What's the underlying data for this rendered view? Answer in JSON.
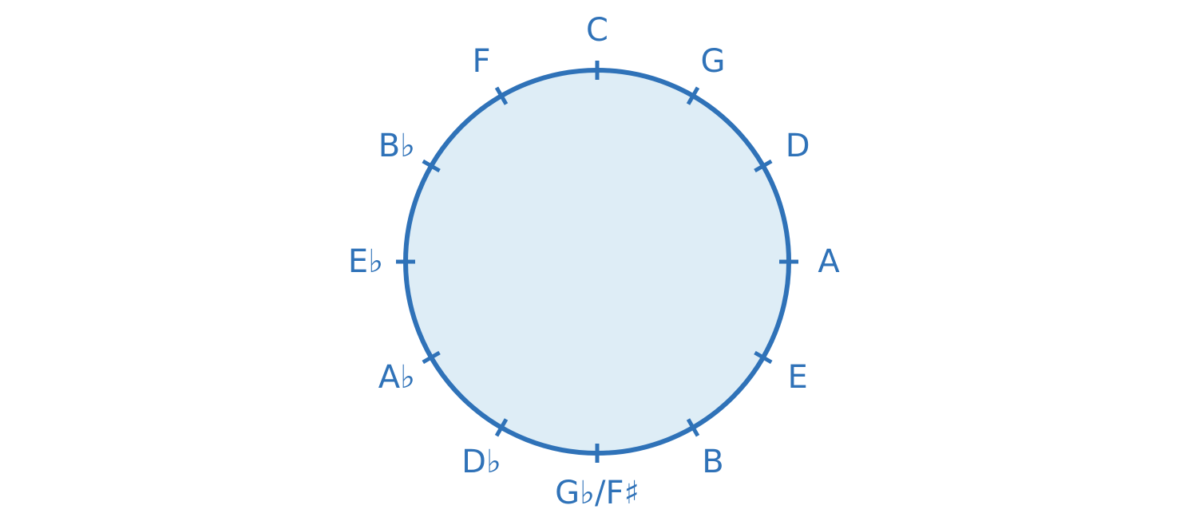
{
  "diagram": {
    "type": "circle-of-fifths",
    "colors": {
      "stroke": "#2f72b8",
      "fill": "#deedf6",
      "label": "#2f72b8"
    },
    "notes": [
      {
        "label": "C"
      },
      {
        "label": "G"
      },
      {
        "label": "D"
      },
      {
        "label": "A"
      },
      {
        "label": "E"
      },
      {
        "label": "B"
      },
      {
        "label": "G♭/F♯"
      },
      {
        "label": "D♭"
      },
      {
        "label": "A♭"
      },
      {
        "label": "E♭"
      },
      {
        "label": "B♭"
      },
      {
        "label": "F"
      }
    ]
  }
}
